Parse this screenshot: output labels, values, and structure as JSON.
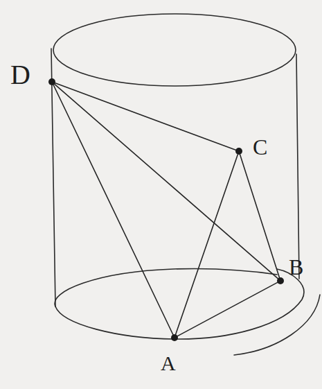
{
  "diagram": {
    "nodes": [
      {
        "text": [
          "D"
        ]
      },
      {
        "text": [
          "C"
        ]
      },
      {
        "text": [
          "B"
        ]
      },
      {
        "text": [
          "A"
        ]
      }
    ],
    "edges": [
      {
        "from": 0,
        "to": 1,
        "arrow": "none"
      },
      {
        "from": 0,
        "to": 2,
        "arrow": "none"
      },
      {
        "from": 0,
        "to": 3,
        "arrow": "none"
      },
      {
        "from": 1,
        "to": 3,
        "arrow": "none"
      },
      {
        "from": 1,
        "to": 2,
        "arrow": "none"
      },
      {
        "from": 3,
        "to": 2,
        "arrow": "none"
      }
    ]
  }
}
